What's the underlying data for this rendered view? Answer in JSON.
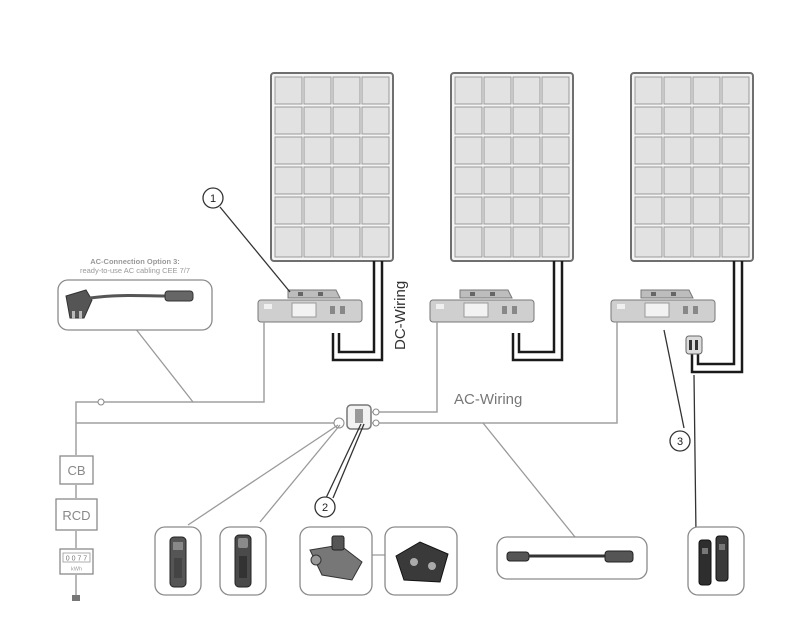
{
  "labels": {
    "dc_wiring": "DC-Wiring",
    "ac_wiring": "AC-Wiring",
    "ac_option_title": "AC-Connection Option 3:",
    "ac_option_desc": "ready-to-use AC cabling CEE 7/7",
    "cb": "CB",
    "rcd": "RCD",
    "meter_digits": "0 0 7 7",
    "meter_unit": "kWh"
  },
  "callouts": [
    {
      "number": "1"
    },
    {
      "number": "2"
    },
    {
      "number": "3"
    }
  ],
  "components": [
    {
      "icon": "solar-panel-icon",
      "count": 3
    },
    {
      "icon": "microinverter-icon",
      "count": 3
    },
    {
      "icon": "ac-plug-icon"
    },
    {
      "icon": "ac-connector-female-icon"
    },
    {
      "icon": "ac-connector-male-icon"
    },
    {
      "icon": "t-connector-icon"
    },
    {
      "icon": "end-cap-icon"
    },
    {
      "icon": "ac-extension-cable-icon"
    },
    {
      "icon": "dc-connector-pair-icon"
    }
  ],
  "colors": {
    "panel_cell": "#e4e4e4",
    "panel_frame": "#6f6f6f",
    "inverter": "#c8c8c8",
    "wire": "#9a9a9a",
    "dc_wire": "#1a1a1a",
    "box_border": "#8a8a8a",
    "label_text": "#555555"
  }
}
